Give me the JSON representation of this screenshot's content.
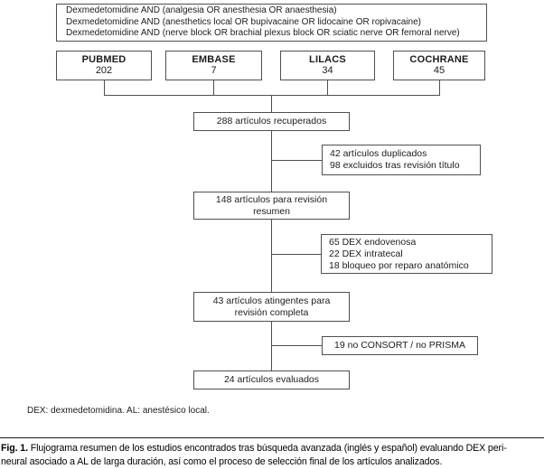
{
  "search_box": {
    "lines": [
      "Dexmedetomidine AND (analgesia OR anesthesia OR anaesthesia)",
      "Dexmedetomidine AND (anesthetics local OR bupivacaine OR lidocaine OR ropivacaine)",
      "Dexmedetomidine AND (nerve block OR brachial plexus block OR sciatic nerve OR femoral nerve)"
    ]
  },
  "databases": [
    {
      "name": "PUBMED",
      "count": "202"
    },
    {
      "name": "EMBASE",
      "count": "7"
    },
    {
      "name": "LILACS",
      "count": "34"
    },
    {
      "name": "COCHRANE",
      "count": "45"
    }
  ],
  "flow": {
    "retrieved": "288 artículos recuperados",
    "abstract_review": "148 artículos para revisión\nresumen",
    "full_review": "43 artículos atingentes para\nrevisión completa",
    "evaluated": "24 artículos evaluados"
  },
  "exclusions": {
    "duplicates": "42 artículos duplicados\n98 excluidos tras revisión título",
    "not_relevant": "65 DEX endovenosa\n22 DEX intratecal\n18 bloqueo por reparo anatómico",
    "no_standards": "19 no CONSORT / no PRISMA"
  },
  "legend": "DEX: dexmedetomidina. AL: anestésico local.",
  "caption": {
    "label": "Fig. 1.",
    "line1": "Flujograma resumen de los estudios encontrados tras búsqueda avanzada (inglés y español) evaluando DEX peri-",
    "line2": "neural asociado a AL de larga duración, así como el proceso de selección final de los artículos analizados."
  }
}
